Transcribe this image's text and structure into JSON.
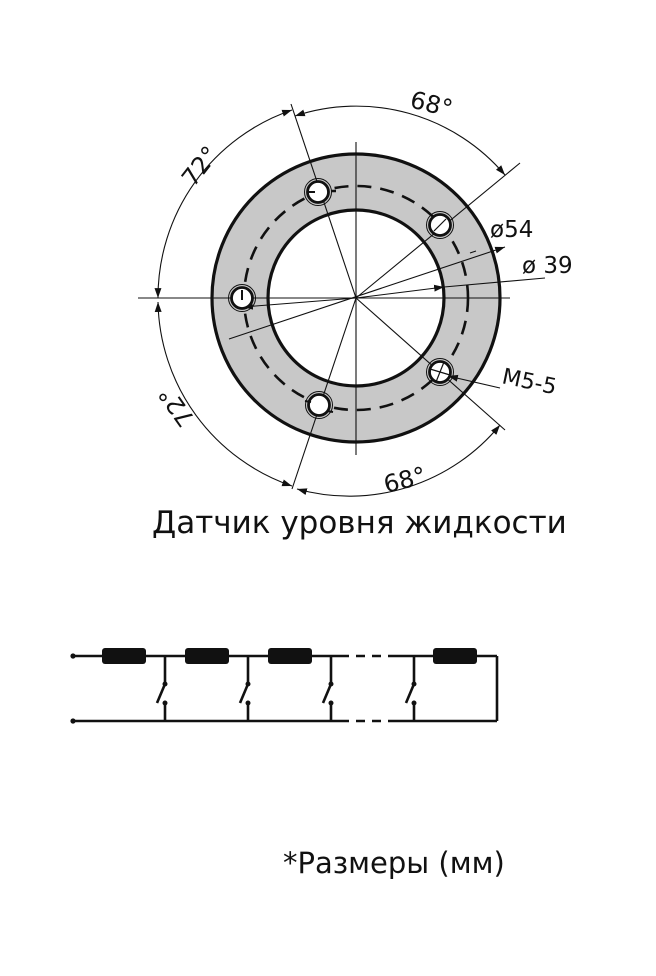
{
  "drawing": {
    "title": "Датчик уровня жидкости",
    "note": "*Размеры (мм)",
    "flange": {
      "outer_diameter_label": "ø54",
      "inner_diameter_label": "ø 39",
      "bolt_label": "M5-5",
      "angle_labels": {
        "top_left": "72°",
        "top_right": "68°",
        "bottom_left": "72°",
        "bottom_right": "68°"
      },
      "fill_color": "#c8c8c8",
      "line_color": "#111111",
      "bolt_holes": 5
    },
    "schematic": {
      "resistors": 4,
      "switches": 4,
      "description": "resistor ladder with reed switches"
    }
  }
}
